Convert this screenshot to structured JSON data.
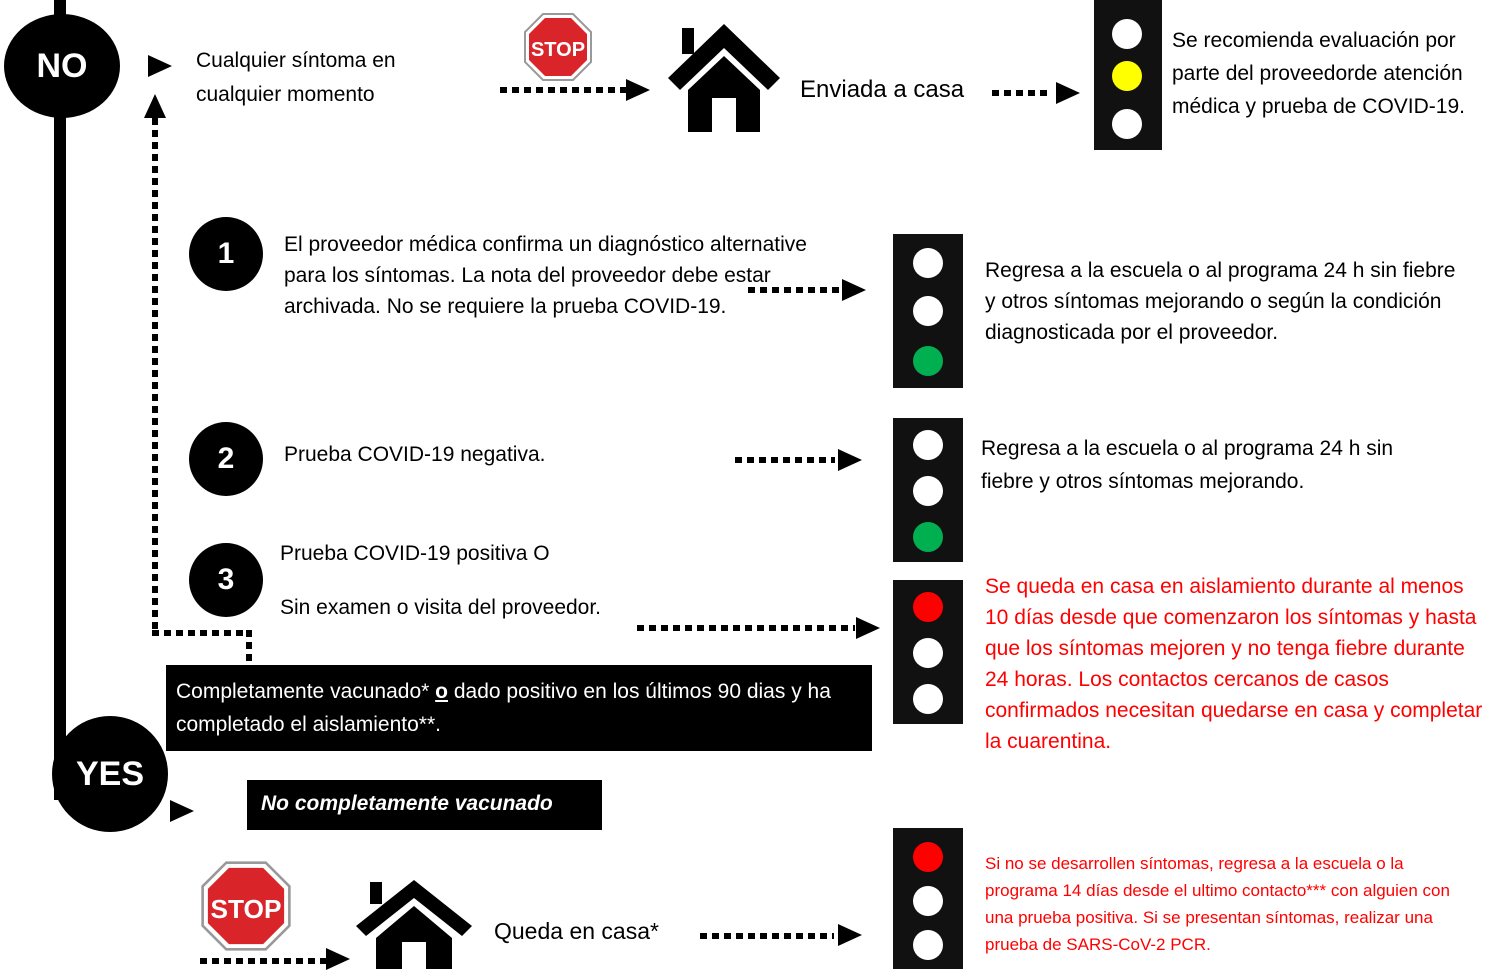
{
  "no_label": "NO",
  "yes_label": "YES",
  "top": {
    "symptom_text": "Cualquier síntoma en cualquier momento",
    "sent_home": "Enviada a casa",
    "recommend": "Se recomienda evaluación por parte del proveedorde atención médica y prueba de COVID-19."
  },
  "step1": {
    "num": "1",
    "text": "El proveedor médica confirma un diagnóstico alternative para los síntomas. La nota del proveedor debe estar archivada. No se requiere la prueba COVID-19.",
    "result": "Regresa a la escuela o al programa 24 h sin fiebre y otros síntomas mejorando o según la condición diagnosticada por el proveedor."
  },
  "step2": {
    "num": "2",
    "text": "Prueba COVID-19 negativa.",
    "result": "Regresa a la escuela o al programa 24 h sin fiebre y otros síntomas mejorando."
  },
  "step3": {
    "num": "3",
    "text_a": "Prueba COVID-19 positiva O",
    "text_b": "Sin examen o visita del proveedor.",
    "result": "Se queda en casa en aislamiento durante al menos 10 días desde que comenzaron los síntomas y hasta que los síntomas mejoren y no tenga fiebre durante 24 horas. Los contactos cercanos de casos confirmados necesitan quedarse en casa y completar la cuarentina."
  },
  "vaccinated_box": {
    "part1": "Completamente vacunado* ",
    "or_word": "o",
    "part2": " dado positivo en los últimos 90 dias y ha completado el aislamiento**."
  },
  "not_vaccinated": "No completamente vacunado",
  "bottom": {
    "stay_home": "Queda en casa*",
    "result": "Si no se desarrollen síntomas, regresa a la escuela o la programa 14 días desde el ultimo contacto*** con alguien con una prueba positiva. Si se presentan síntomas, realizar una prueba de SARS-CoV-2 PCR."
  },
  "stop_label": "STOP",
  "colors": {
    "yellow": "#ffff00",
    "green": "#00b050",
    "red": "#ff0000",
    "stop_red": "#d9242a"
  }
}
